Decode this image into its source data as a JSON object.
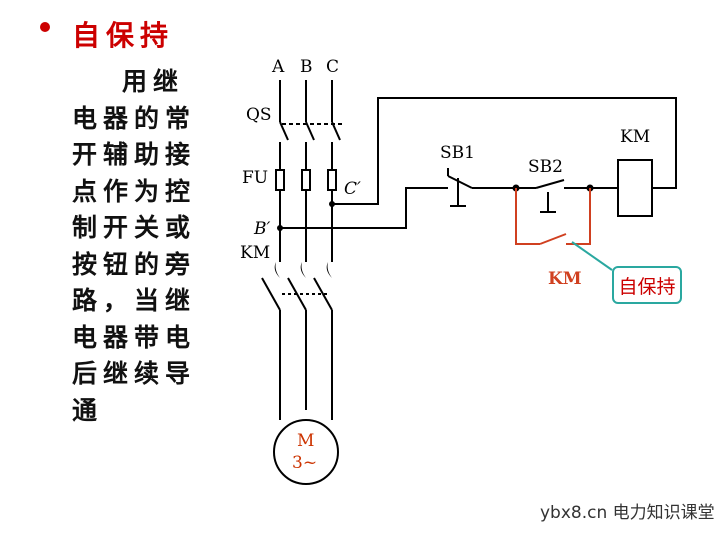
{
  "slide": {
    "title": "自保持",
    "body_text": "用继电器的常开辅助接点作为控制开关或按钮的旁路，当继电器带电后继续导通"
  },
  "diagram": {
    "phase_labels": [
      "A",
      "B",
      "C"
    ],
    "qs_label": "QS",
    "fu_label": "FU",
    "km_main_label": "KM",
    "b_prime_label": "B′",
    "c_prime_label": "C′",
    "sb1_label": "SB1",
    "sb2_label": "SB2",
    "km_coil_label": "KM",
    "km_aux_label": "KM",
    "motor_line1": "M",
    "motor_line2": "3~",
    "callout_label": "自保持",
    "colors": {
      "wire": "#000000",
      "highlight": "#d04020",
      "callout_border": "#2aa8a0",
      "title": "#cc0000"
    }
  },
  "watermark": "ybx8.cn 电力知识课堂"
}
